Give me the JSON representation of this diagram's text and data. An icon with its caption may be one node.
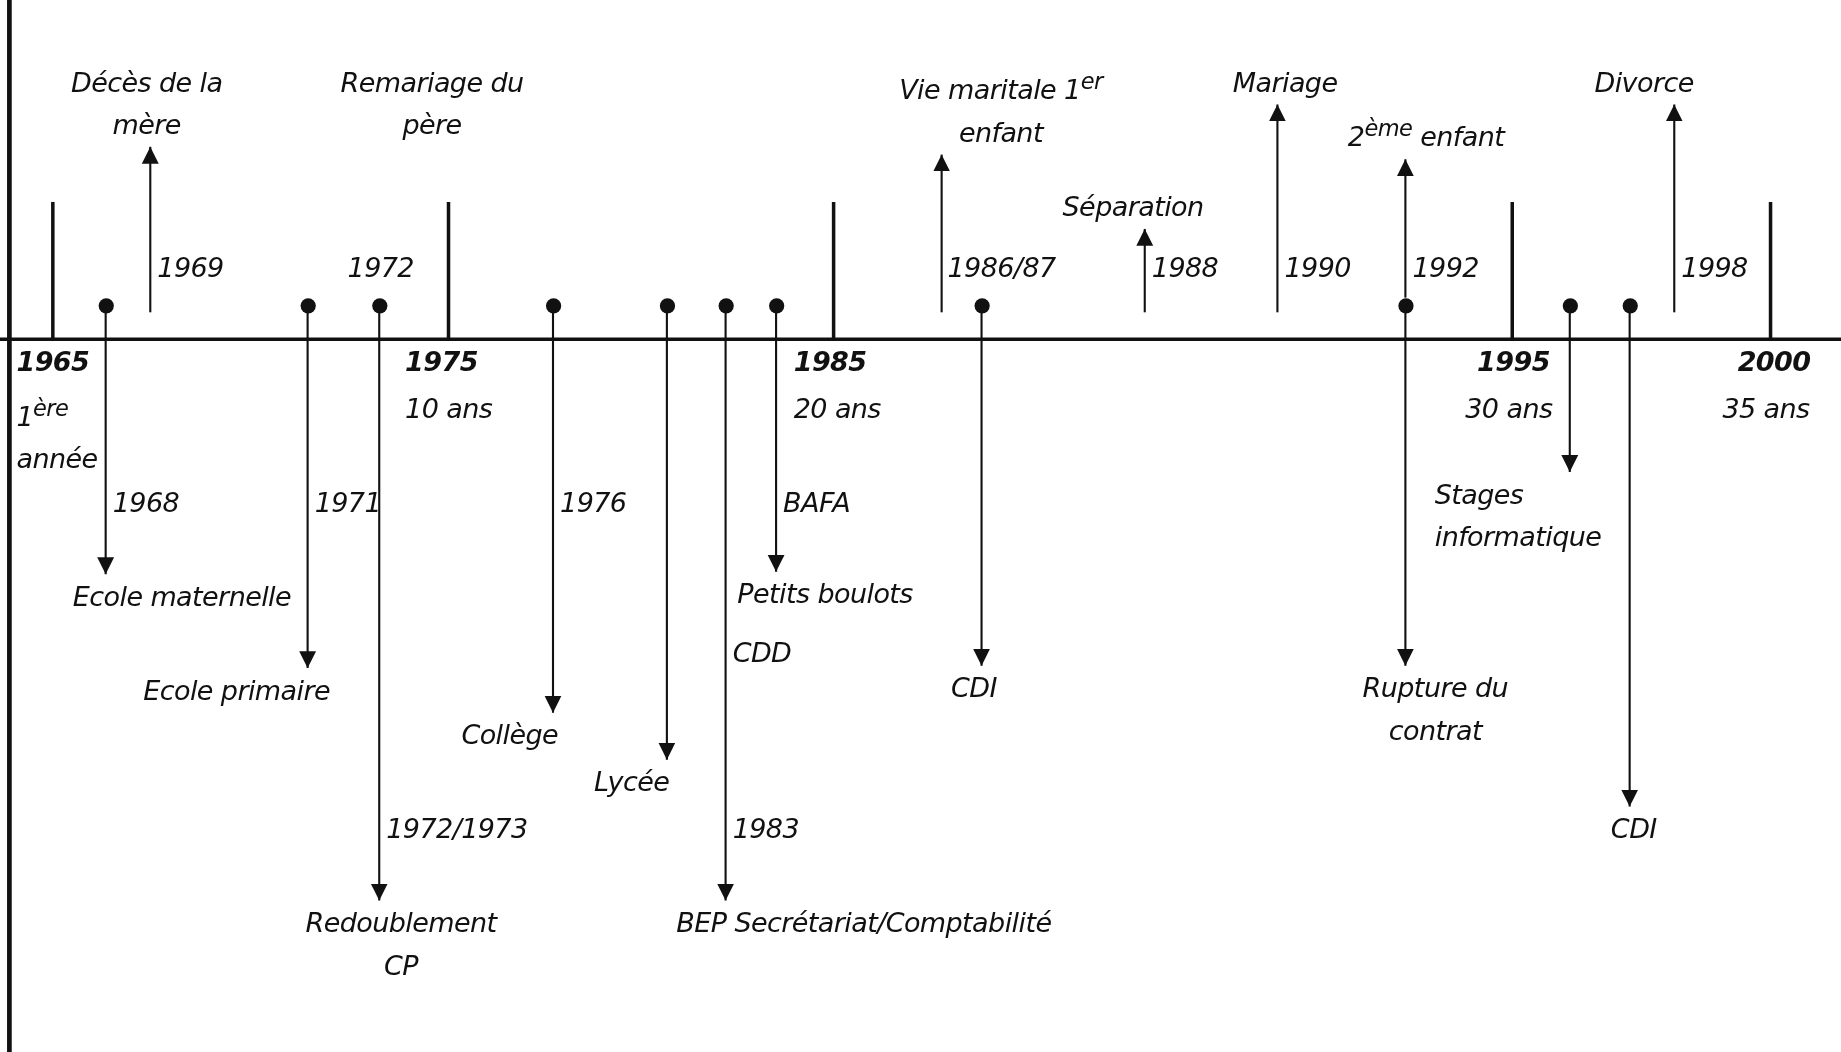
{
  "diagram": {
    "nodes": [
      {
        "text": [
          "Décès de la mère"
        ]
      },
      {
        "text": [
          "Vie maritale 1$^{er}$ enfant"
        ]
      },
      {
        "text": [
          "Séparation"
        ]
      },
      {
        "text": [
          "Mariage"
        ]
      },
      {
        "text": [
          "2$^{ème}$ enfant"
        ]
      },
      {
        "text": [
          "Divorce"
        ]
      },
      {
        "text": [],
        "shape": "circle"
      },
      {
        "text": [],
        "shape": "circle"
      },
      {
        "text": [],
        "shape": "circle"
      },
      {
        "text": [],
        "shape": "circle"
      },
      {
        "text": [],
        "shape": "circle"
      },
      {
        "text": [],
        "shape": "circle"
      },
      {
        "text": [],
        "shape": "circle"
      },
      {
        "text": [],
        "shape": "circle"
      },
      {
        "text": [],
        "shape": "circle"
      },
      {
        "text": [],
        "shape": "circle"
      },
      {
        "text": [],
        "shape": "circle"
      },
      {
        "text": [
          "Ecole maternelle"
        ]
      },
      {
        "text": [
          "Ecole primaire"
        ]
      },
      {
        "text": [
          "Redoublement CP"
        ]
      },
      {
        "text": [
          "Collège"
        ]
      },
      {
        "text": [
          "Lycée"
        ]
      },
      {
        "text": [
          "BEP Secrétariat/Comptabilité"
        ]
      },
      {
        "text": [
          "Petits boulots"
        ]
      },
      {
        "text": [
          "CDI"
        ]
      },
      {
        "text": [
          "Rupture du contrat"
        ]
      },
      {
        "text": [
          "Stages informatique"
        ]
      },
      {
        "text": [
          "CDI"
        ]
      }
    ],
    "edges": [
      {
        "from": null,
        "to": 0,
        "arrow": "to"
      },
      {
        "from": null,
        "to": 1,
        "arrow": "to"
      },
      {
        "from": null,
        "to": 2,
        "arrow": "to"
      },
      {
        "from": null,
        "to": 3,
        "arrow": "to"
      },
      {
        "from": 14,
        "to": 4,
        "arrow": "to"
      },
      {
        "from": null,
        "to": 5,
        "arrow": "to"
      },
      {
        "from": 6,
        "to": 17,
        "arrow": "to"
      },
      {
        "from": 7,
        "to": 18,
        "arrow": "to"
      },
      {
        "from": 8,
        "to": 19,
        "arrow": "to"
      },
      {
        "from": 9,
        "to": 20,
        "arrow": "to"
      },
      {
        "from": 10,
        "to": 21,
        "arrow": "to"
      },
      {
        "from": 11,
        "to": 22,
        "arrow": "to"
      },
      {
        "from": 12,
        "to": 23,
        "arrow": "to"
      },
      {
        "from": 13,
        "to": 24,
        "arrow": "to"
      },
      {
        "from": 14,
        "to": 25,
        "arrow": "to"
      },
      {
        "from": 15,
        "to": 26,
        "arrow": "to"
      },
      {
        "from": 16,
        "to": 27,
        "arrow": "to"
      }
    ],
    "labels": [
      "Remariage du père",
      "1969",
      "1972",
      "1986/87",
      "1988",
      "1990",
      "1992",
      "1998",
      "1965",
      "1975",
      "1985",
      "1995",
      "2000",
      "1$^{ère}$ année",
      "10 ans",
      "20 ans",
      "30 ans",
      "35 ans",
      "1968",
      "1971",
      "1976",
      "BAFA",
      "CDD",
      "1972/1973",
      "1983"
    ]
  }
}
